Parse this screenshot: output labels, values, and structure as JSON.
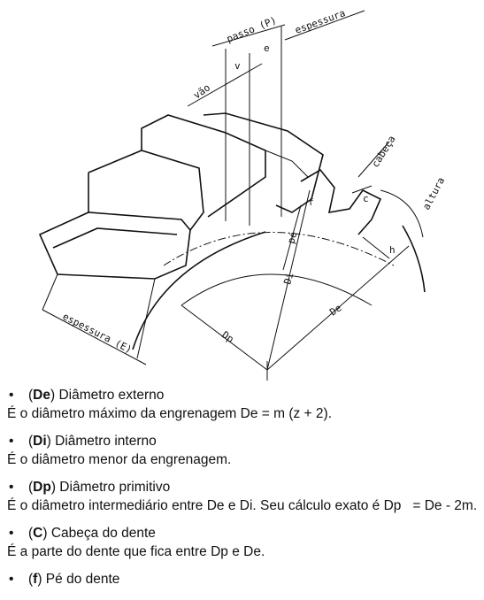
{
  "figure": {
    "labels": {
      "passo": "passo (P)",
      "espessura_top": "espessura",
      "vao": "vão",
      "v": "v",
      "e": "e",
      "cabeca": "cabeça",
      "altura": "altura",
      "f": "f",
      "c": "c",
      "h": "h",
      "pe": "pé",
      "di": "Di",
      "de": "De",
      "dp": "Dp",
      "espessura_e": "espessura (E)"
    }
  },
  "definitions": [
    {
      "bullet": "•",
      "open": "(",
      "abbr": "De",
      "title": ") Diâmetro externo",
      "desc": "É o diâmetro máximo da engrenagem De  =  m  (z  +  2)."
    },
    {
      "bullet": "•",
      "open": "(",
      "abbr": "Di",
      "title": ") Diâmetro interno",
      "desc": "É o diâmetro menor da engrenagem."
    },
    {
      "bullet": "•",
      "open": "(",
      "abbr": "Dp",
      "title": ") Diâmetro primitivo",
      "desc": "É o diâmetro intermediário entre De e Di. Seu cálculo exato é Dp   =  De  -  2m."
    },
    {
      "bullet": "•",
      "open": "(",
      "abbr": "C",
      "title": ") Cabeça do dente",
      "desc": "É a parte do dente que fica entre Dp e De."
    },
    {
      "bullet": "•",
      "open": "(",
      "abbr": "f",
      "title": ") Pé do dente",
      "desc": ""
    }
  ]
}
